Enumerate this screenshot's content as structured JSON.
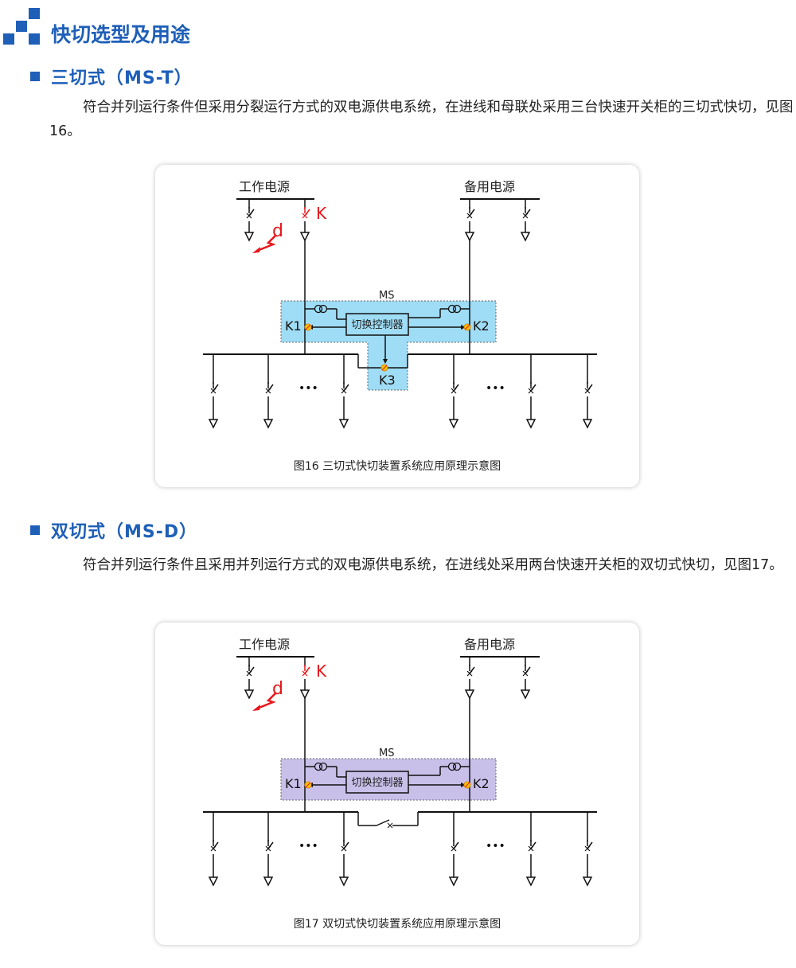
{
  "heading": "快切选型及用途",
  "sections": [
    {
      "title": "三切式（MS-T）",
      "text": "符合并列运行条件但采用分裂运行方式的双电源供电系统，在进线和母联处采用三台快速开关柜的三切式快切，见图16。",
      "diagram": {
        "work_source": "工作电源",
        "backup_source": "备用电源",
        "k": "K",
        "d": "d",
        "ms": "MS",
        "controller": "切换控制器",
        "k1": "K1",
        "k2": "K2",
        "k3": "K3",
        "dots": "•••",
        "caption": "图16  三切式快切装置系统应用原理示意图",
        "box_color": "#9fdcf5"
      }
    },
    {
      "title": "双切式（MS-D）",
      "text": "符合并列运行条件且采用并列运行方式的双电源供电系统，在进线处采用两台快速开关柜的双切式快切，见图17。",
      "diagram": {
        "work_source": "工作电源",
        "backup_source": "备用电源",
        "k": "K",
        "d": "d",
        "ms": "MS",
        "controller": "切换控制器",
        "k1": "K1",
        "k2": "K2",
        "dots": "•••",
        "caption": "图17  双切式快切装置系统应用原理示意图",
        "box_color": "#c9c0ea"
      }
    }
  ],
  "colors": {
    "brand": "#1e5fb8",
    "fault": "#e8161b"
  }
}
